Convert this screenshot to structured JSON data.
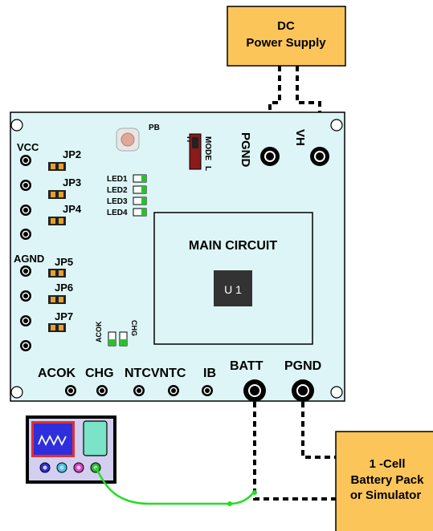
{
  "power_supply": {
    "line1": "DC",
    "line2": "Power Supply"
  },
  "battery": {
    "line1": "1 -Cell",
    "line2": "Battery Pack",
    "line3": "or Simulator"
  },
  "board": {
    "pb_label": "PB",
    "mode": {
      "label": "MODE",
      "h": "H",
      "l": "L"
    },
    "vcc_label": "VCC",
    "agnd_label": "AGND",
    "jumpers": [
      "JP2",
      "JP3",
      "JP4",
      "JP5",
      "JP6",
      "JP7"
    ],
    "leds": [
      "LED1",
      "LED2",
      "LED3",
      "LED4"
    ],
    "main_circuit": "MAIN CIRCUIT",
    "chip": "U 1",
    "acok_led": "ACOK",
    "chg_led": "CHG",
    "bottom_pins": [
      "ACOK",
      "CHG",
      "NTCVNTC",
      "IB"
    ],
    "batt": "BATT",
    "pgnd_bottom": "PGND",
    "pgnd_top": "PGND",
    "vh": "VH"
  },
  "colors": {
    "orange": "#FBC55A",
    "board": "#DDF5F6",
    "led_green": "#2DBE2D",
    "probe_green": "#22DD22",
    "mode_red": "#8B1A1A",
    "button": "#E0A898",
    "scope_frame": "#D2CFF0",
    "scope_blue": "#2E2EDD",
    "scope_red": "#E03030",
    "scope_teal": "#7BE3C8"
  }
}
